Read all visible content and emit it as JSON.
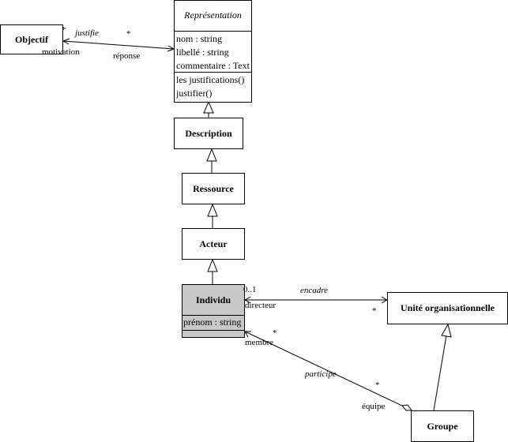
{
  "classes": {
    "objectif": {
      "name": "Objectif"
    },
    "representation": {
      "name": "Représentation",
      "attributes": [
        "nom : string",
        "libellé : string",
        "commentaire : Text"
      ],
      "operations": [
        "les justifications()",
        "justifier()"
      ]
    },
    "description": {
      "name": "Description"
    },
    "ressource": {
      "name": "Ressource"
    },
    "acteur": {
      "name": "Acteur"
    },
    "individu": {
      "name": "Individu",
      "attributes": [
        "prénom : string"
      ]
    },
    "unite": {
      "name": "Unité organisationnelle"
    },
    "groupe": {
      "name": "Groupe"
    }
  },
  "associations": {
    "justifie": {
      "name": "justifie",
      "mult_objectif": "*",
      "role_objectif": "motivation",
      "mult_representation": "*",
      "role_representation": "réponse"
    },
    "encadre": {
      "name": "encadre",
      "mult_individu": "0..1",
      "role_individu": "directeur",
      "mult_unite": "*"
    },
    "participe": {
      "name": "participe",
      "mult_individu": "*",
      "role_individu": "membre",
      "mult_groupe": "*",
      "role_groupe": "équipe"
    }
  }
}
